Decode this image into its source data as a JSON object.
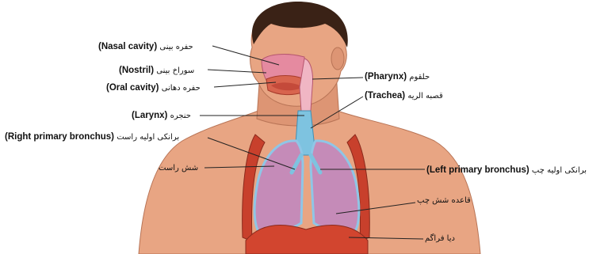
{
  "labels": {
    "nasal_cavity": {
      "en": "(Nasal cavity)",
      "fa": "حفره بینی"
    },
    "nostril": {
      "en": "(Nostril)",
      "fa": "سوراخ بینی"
    },
    "oral_cavity": {
      "en": "(Oral cavity)",
      "fa": "حفره دهانی"
    },
    "larynx": {
      "en": "(Larynx)",
      "fa": "حنجره"
    },
    "right_primary_bronchus": {
      "en": "(Right primary bronchus)",
      "fa": "برانکی اولیه راست"
    },
    "right_lung": {
      "fa": "شش راست"
    },
    "pharynx": {
      "en": "(Pharynx)",
      "fa": "حلقوم"
    },
    "trachea": {
      "en": "(Trachea)",
      "fa": "قصبه الریه"
    },
    "left_primary_bronchus": {
      "en": "(Left primary bronchus)",
      "fa": "برانکی اولیه چپ"
    },
    "left_lung_base": {
      "fa": "قاعده شش چپ"
    },
    "diaphragm": {
      "fa": "دیا فراگم"
    }
  },
  "colors": {
    "skin": "#e8a583",
    "skin_shadow": "#c9805f",
    "hair": "#3a2216",
    "lung": "#c58bb8",
    "pleura": "#8fc6e6",
    "airway": "#7ec3e0",
    "rib_red": "#c8402c",
    "diaphragm": "#d2452f",
    "nasal": "#e58aa0",
    "leader_line": "#222222"
  }
}
